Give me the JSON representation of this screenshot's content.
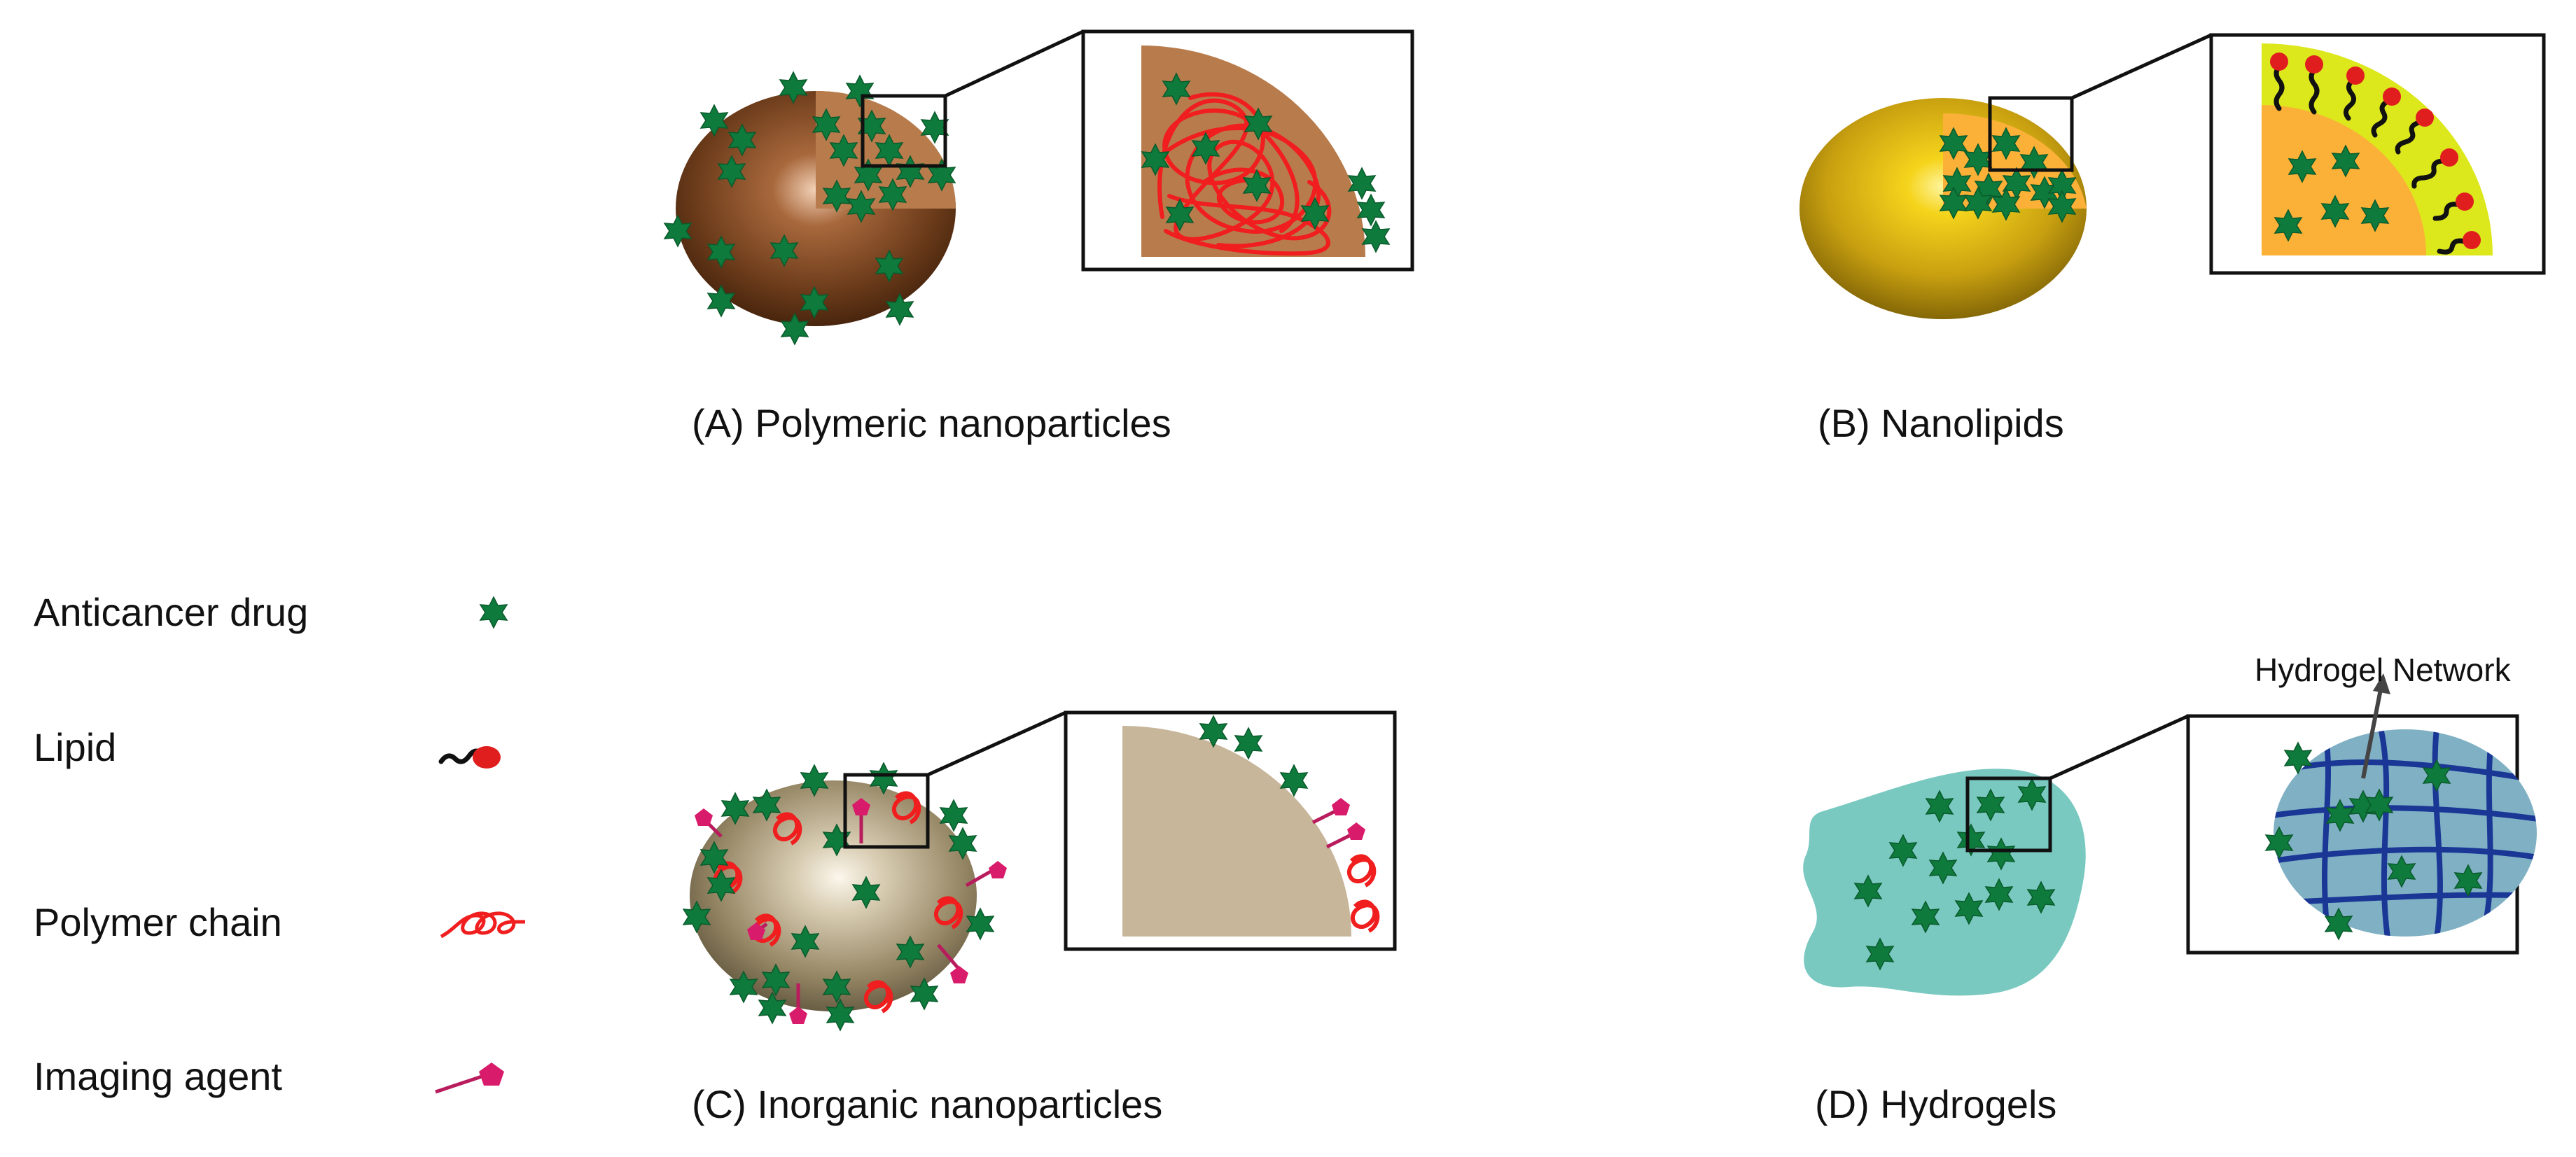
{
  "panels": {
    "a": {
      "caption": "(A) Polymeric nanoparticles"
    },
    "b": {
      "caption": "(B) Nanolipids"
    },
    "c": {
      "caption": "(C) Inorganic nanoparticles"
    },
    "d": {
      "caption": "(D) Hydrogels",
      "network_label": "Hydrogel Network"
    }
  },
  "legend": [
    {
      "label": "Anticancer drug",
      "icon": "star-icon"
    },
    {
      "label": "Lipid",
      "icon": "lipid-icon"
    },
    {
      "label": "Polymer chain",
      "icon": "polymer-chain-icon"
    },
    {
      "label": "Imaging agent",
      "icon": "imaging-agent-icon"
    }
  ],
  "colors": {
    "drug": "#0e7a3c",
    "polymer_chain": "#f01e1e",
    "imaging_agent": "#d81b6a",
    "lipid_head": "#e01e1e",
    "lipid_tail": "#111111",
    "polymeric_core": "#b87c4c",
    "lipid_core": "#fbb038",
    "lipid_shell": "#dce81c",
    "inorganic_core": "#c8b69a",
    "hydrogel": "#79c9c1",
    "hydrogel_network_bg": "#7fb0c4",
    "hydrogel_network_lines": "#1a3796"
  }
}
